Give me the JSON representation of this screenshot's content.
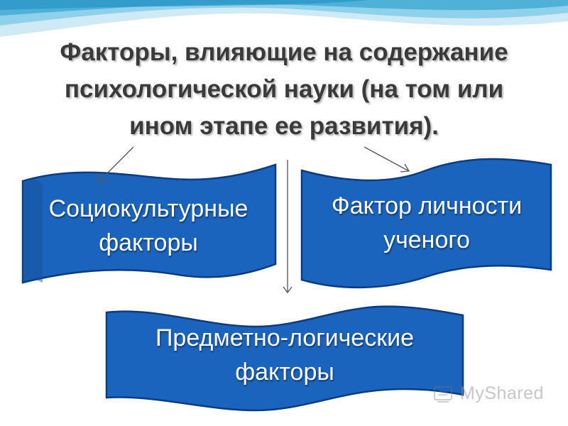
{
  "slide": {
    "title_lines": [
      "Факторы, влияющие на содержание",
      "психологической науки (на том или",
      "ином этапе ее развития)."
    ],
    "boxes": {
      "left": [
        "Социокультурные",
        "факторы"
      ],
      "right": [
        "Фактор личности",
        "ученого"
      ],
      "bottom": [
        "Предметно-логические",
        "факторы"
      ]
    },
    "watermark": "MyShared"
  },
  "colors": {
    "banner_fill": "#1b64be",
    "banner_stroke": "#0b3b82",
    "title_text": "#3a3a3a",
    "wave_light": "#d8eef7",
    "wave_mid": "#7fc6e6"
  }
}
